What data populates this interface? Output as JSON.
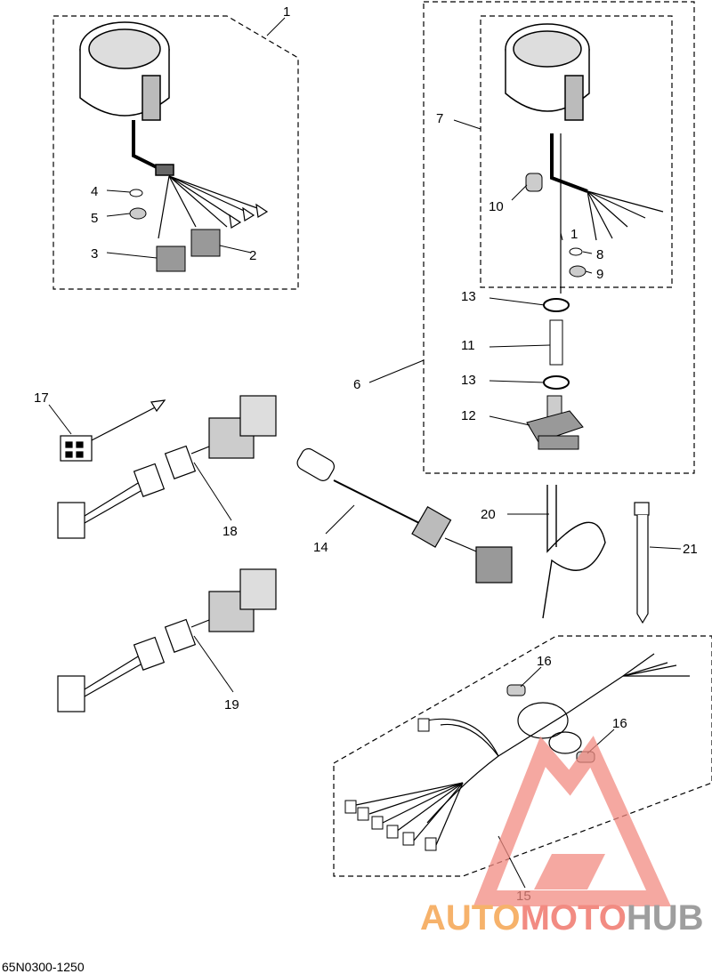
{
  "diagram_ref": "65N0300-1250",
  "callouts": {
    "c1": "1",
    "c1b": "1",
    "c2": "2",
    "c3": "3",
    "c4": "4",
    "c5": "5",
    "c6": "6",
    "c7": "7",
    "c8": "8",
    "c9": "9",
    "c10": "10",
    "c11": "11",
    "c12": "12",
    "c13a": "13",
    "c13b": "13",
    "c14": "14",
    "c15": "15",
    "c16a": "16",
    "c16b": "16",
    "c17": "17",
    "c18": "18",
    "c19": "19",
    "c20": "20",
    "c21": "21"
  },
  "watermark": {
    "part1": "AUTO",
    "part2": "MOTO",
    "part3": "HUB",
    "color_orange": "#f6b26b",
    "color_red": "#f28b82",
    "color_gray": "#9e9e9e"
  }
}
